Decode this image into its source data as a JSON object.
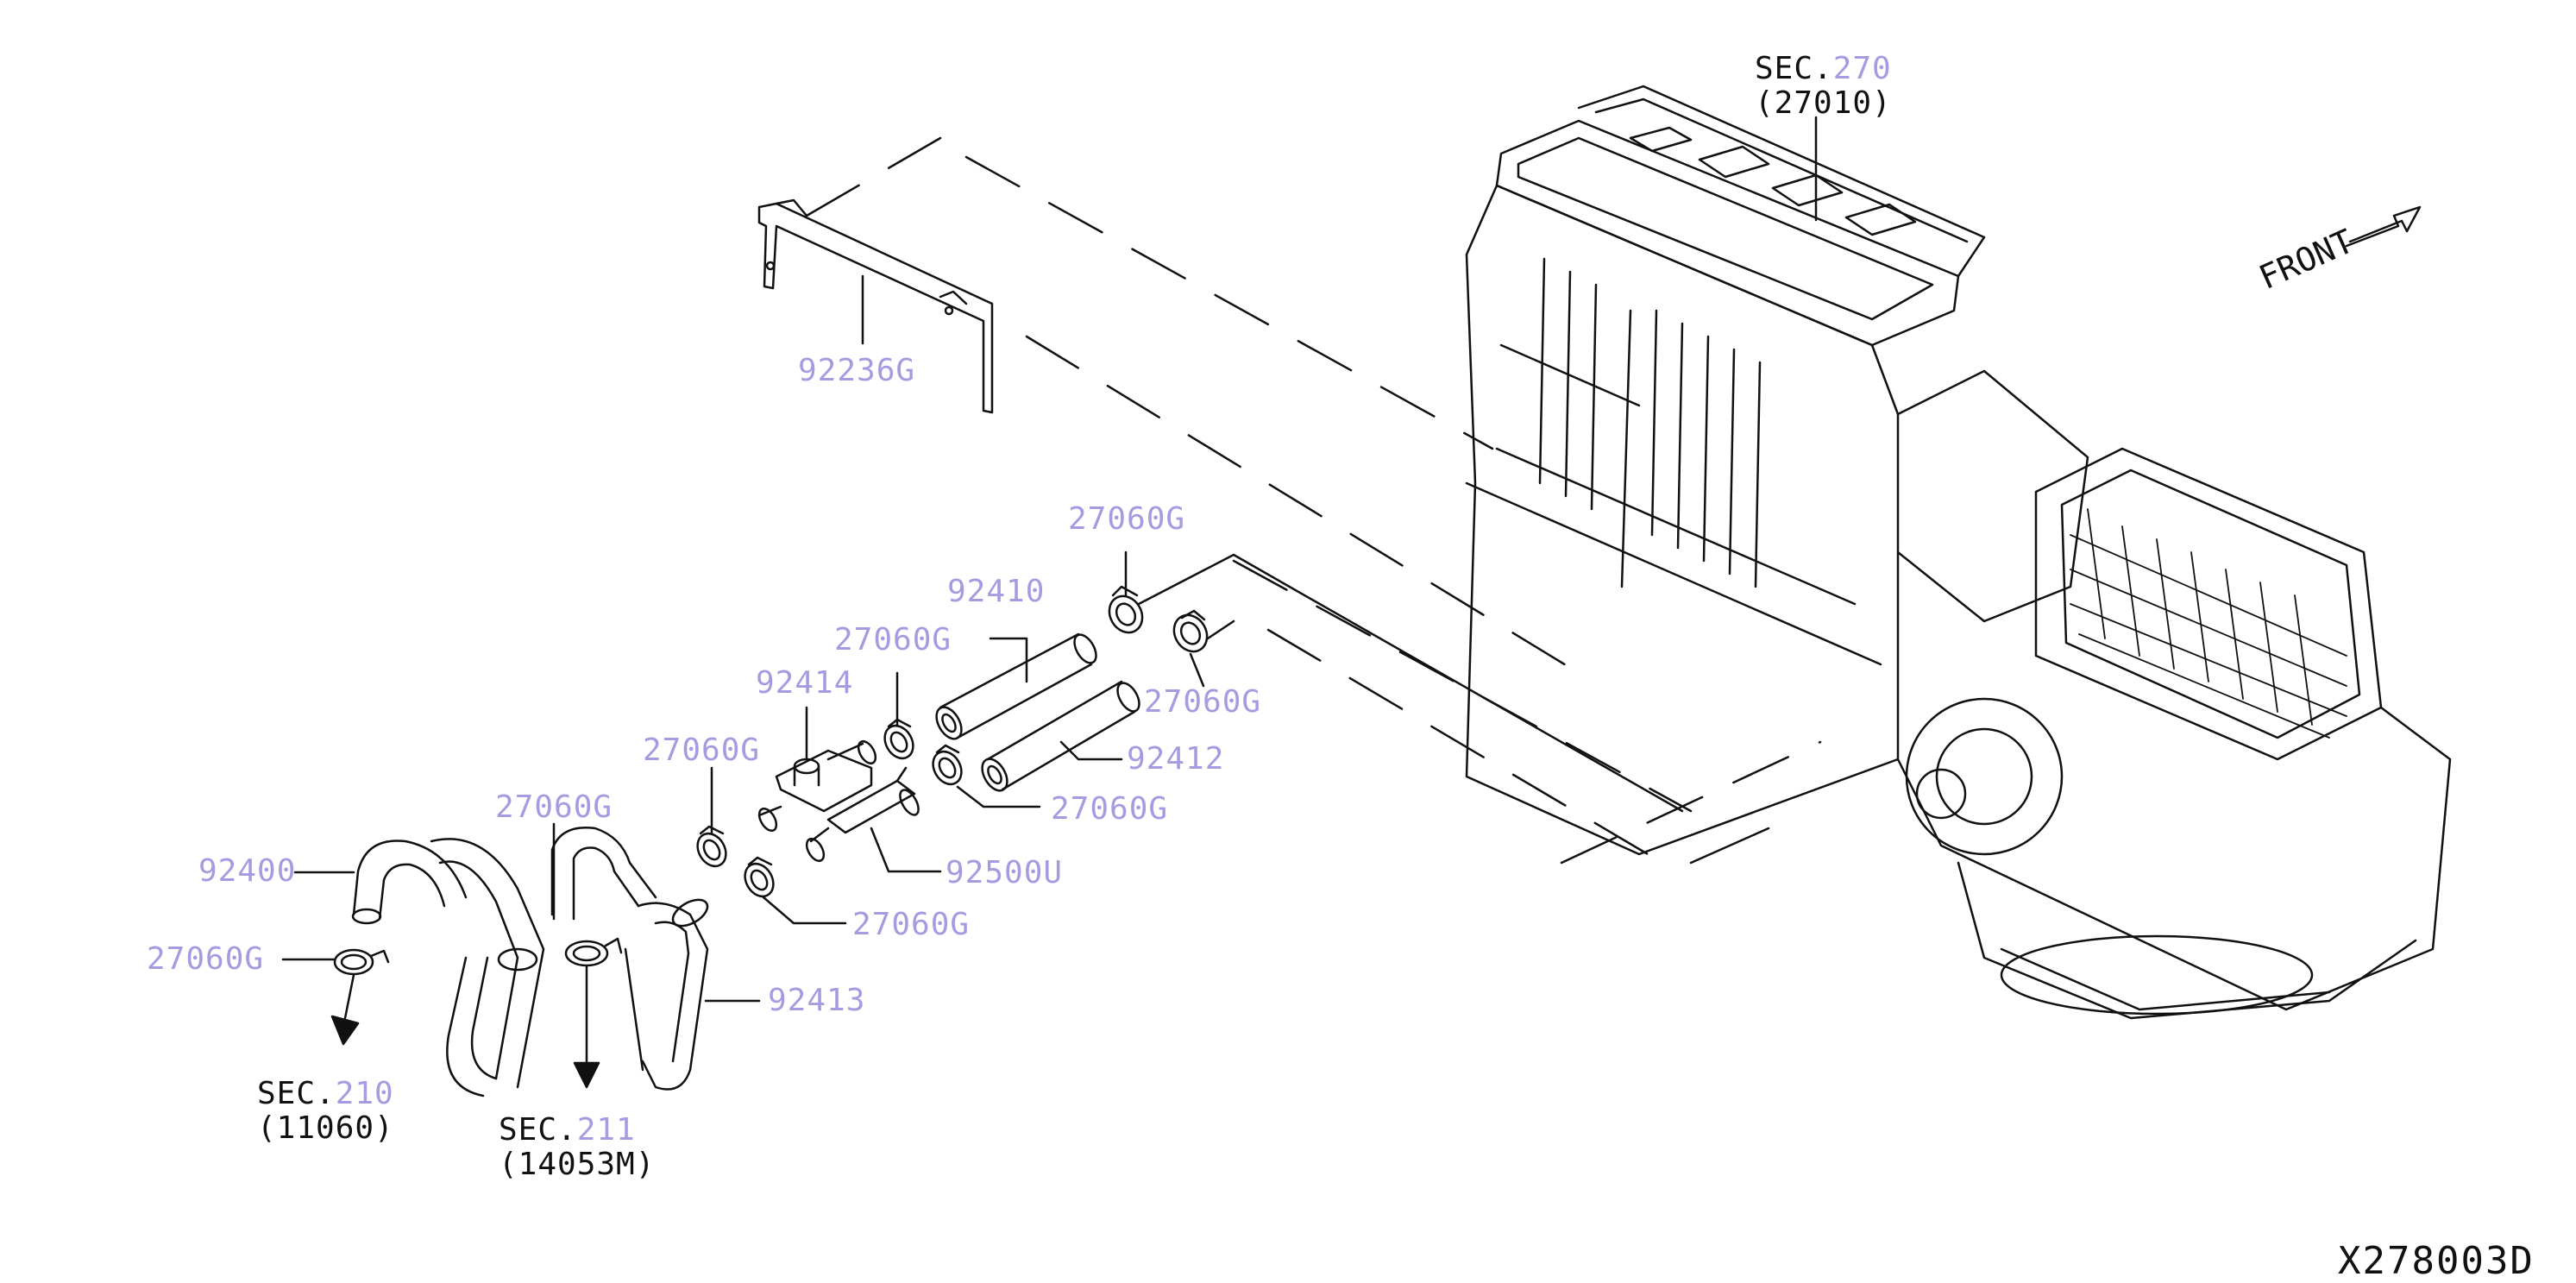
{
  "diagram_id": "X278003D",
  "front_label": "FRONT",
  "parts": {
    "p92236G": "92236G",
    "p27060G_a": "27060G",
    "p92410": "92410",
    "p27060G_b": "27060G",
    "p92414": "92414",
    "p27060G_c": "27060G",
    "p27060G_d": "27060G",
    "p92412": "92412",
    "p27060G_e": "27060G",
    "p27060G_f": "27060G",
    "p92500U": "92500U",
    "p92400": "92400",
    "p27060G_g": "27060G",
    "p27060G_h": "27060G",
    "p92413": "92413"
  },
  "sections": {
    "sec270": {
      "prefix": "SEC.",
      "num": "270",
      "code": "(27010)"
    },
    "sec210": {
      "prefix": "SEC.",
      "num": "210",
      "code": "(11060)"
    },
    "sec211": {
      "prefix": "SEC.",
      "num": "211",
      "code": "(14053M)"
    }
  },
  "colors": {
    "line": "#111111",
    "part_label": "#a59be0"
  }
}
